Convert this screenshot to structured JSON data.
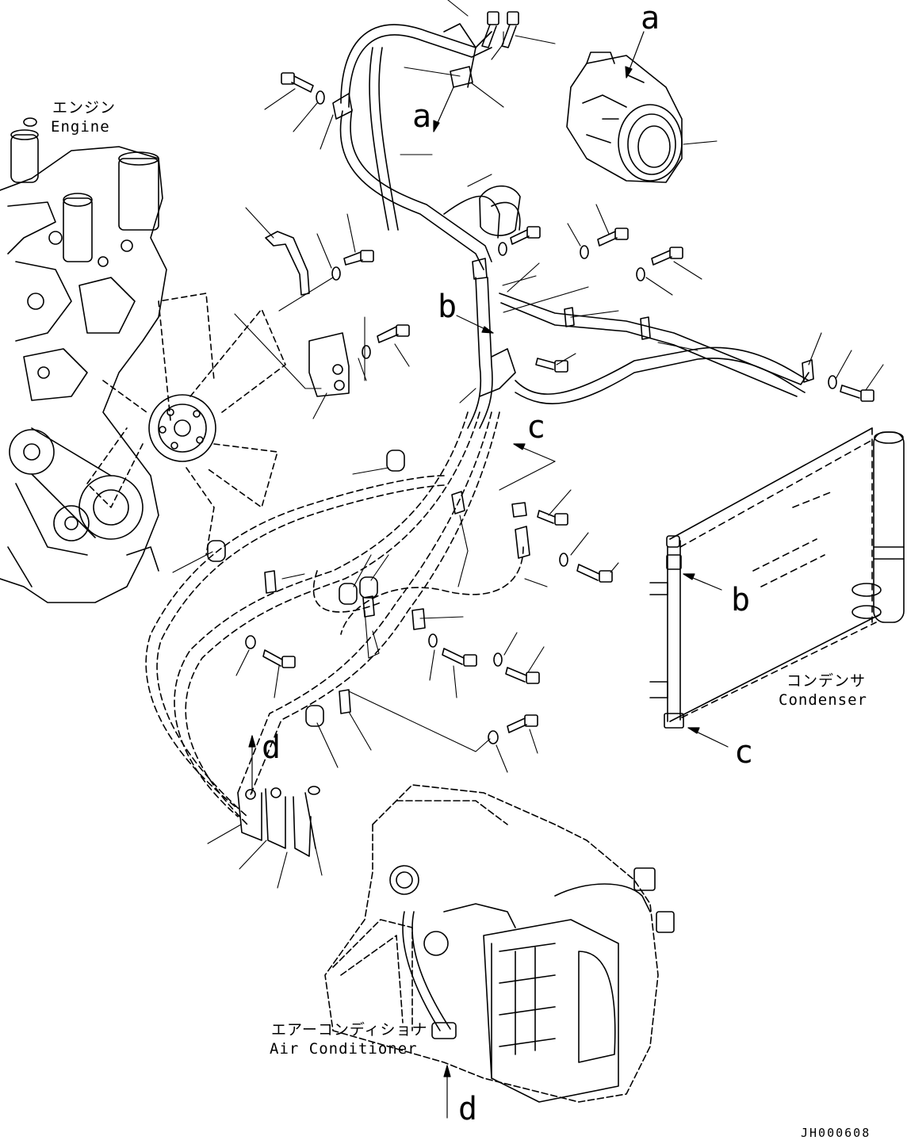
{
  "labels": {
    "engine_jp": "エンジン",
    "engine_en": "Engine",
    "condenser_jp": "コンデンサ",
    "condenser_en": "Condenser",
    "aircon_jp": "エアーコンディショナ",
    "aircon_en": "Air Conditioner",
    "drawing_code": "JH000608"
  },
  "view_markers": {
    "a": "a",
    "b": "b",
    "c": "c",
    "d": "d"
  }
}
